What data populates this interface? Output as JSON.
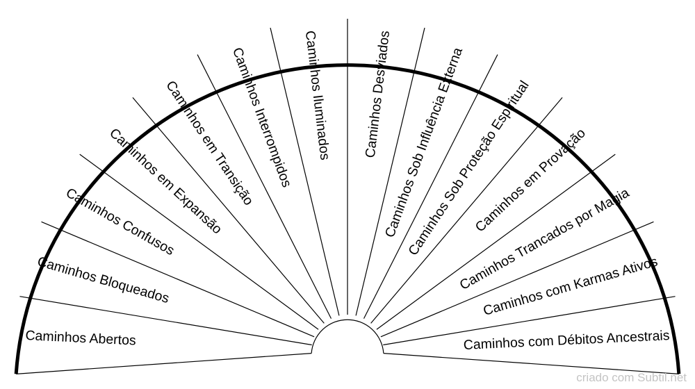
{
  "chart_data": {
    "type": "pie",
    "shape": "semicircle",
    "segments": [
      "Caminhos Abertos",
      "Caminhos Bloqueados",
      "Caminhos Confusos",
      "Caminhos em Expansão",
      "Caminhos em Transição",
      "Caminhos Interrompidos",
      "Caminhos Iluminados",
      "Caminhos Desviados",
      "Caminhos Sob Influência Externa",
      "Caminhos Sob Proteção Espiritual",
      "Caminhos em Provação",
      "Caminhos Trancados por Magia",
      "Caminhos com Karmas Ativos",
      "Caminhos com Débitos Ancestrais"
    ]
  },
  "footer": {
    "credit": "criado com Subtil.net"
  }
}
